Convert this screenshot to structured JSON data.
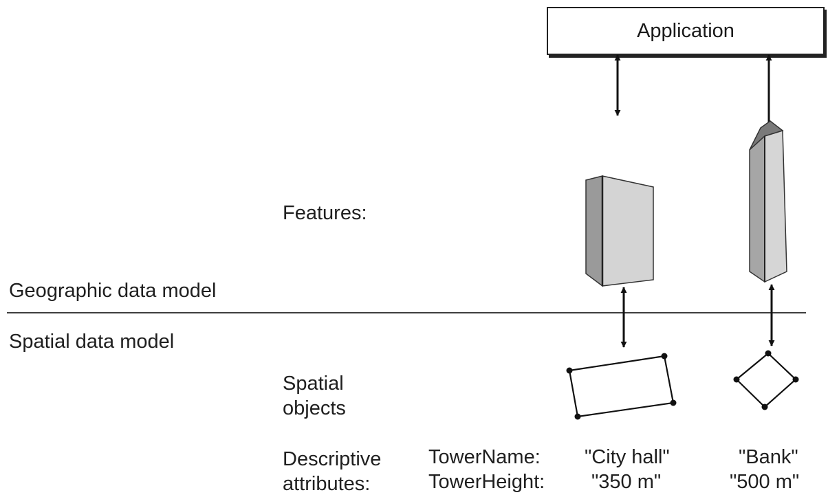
{
  "application": {
    "label": "Application"
  },
  "layers": {
    "geographic": "Geographic data model",
    "spatial": "Spatial data model"
  },
  "rows": {
    "features": "Features:",
    "spatial_objects": [
      "Spatial",
      "objects"
    ],
    "descriptive_attributes": [
      "Descriptive",
      "attributes:"
    ]
  },
  "attributes": {
    "name_key": "TowerName:",
    "height_key": "TowerHeight:",
    "city_hall": {
      "name": "\"City hall\"",
      "height": "\"350 m\""
    },
    "bank": {
      "name": "\"Bank\"",
      "height": "\"500 m\""
    }
  }
}
